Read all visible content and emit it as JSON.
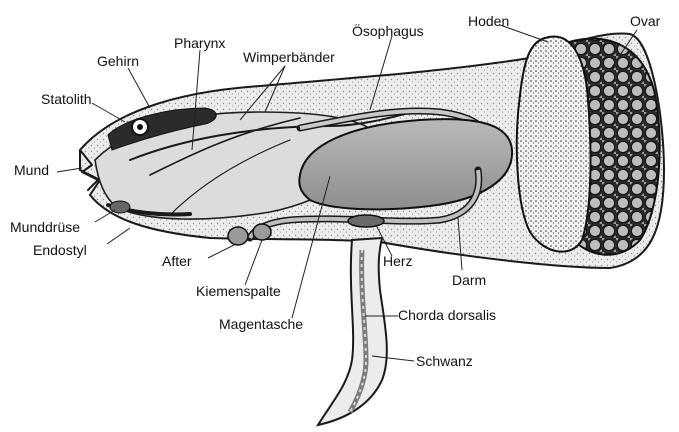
{
  "labels": {
    "hoden": "Hoden",
    "ovar": "Ovar",
    "oesophagus": "Ösophagus",
    "pharynx": "Pharynx",
    "gehirn": "Gehirn",
    "wimperbaender": "Wimperbänder",
    "statolith": "Statolith",
    "mund": "Mund",
    "munddruese": "Munddrüse",
    "endostyl": "Endostyl",
    "after": "After",
    "kiemenspalte": "Kiemenspalte",
    "magentasche": "Magentasche",
    "herz": "Herz",
    "darm": "Darm",
    "chorda": "Chorda dorsalis",
    "schwanz": "Schwanz"
  }
}
